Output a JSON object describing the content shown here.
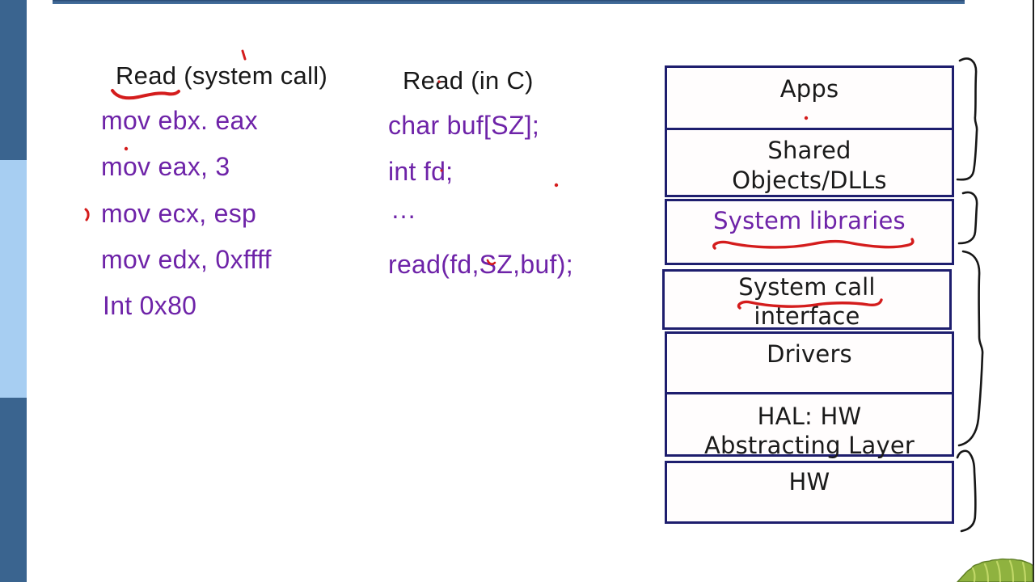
{
  "slide": {
    "asm_column": {
      "title": "Read (system call)",
      "lines": [
        "mov ebx. eax",
        "mov eax, 3",
        "mov ecx, esp",
        "mov edx, 0xffff",
        "Int 0x80"
      ]
    },
    "c_column": {
      "title": "Read (in C)",
      "lines": [
        "char buf[SZ];",
        "int fd;",
        "…",
        "read(fd,SZ,buf);"
      ]
    },
    "stack": {
      "layers": [
        {
          "id": "apps",
          "label": "Apps"
        },
        {
          "id": "shared-objects-dlls",
          "label": "Shared\nObjects/DLLs"
        },
        {
          "id": "system-libraries",
          "label": "System libraries"
        },
        {
          "id": "system-call-interface",
          "label": "System call\ninterface"
        },
        {
          "id": "drivers",
          "label": "Drivers"
        },
        {
          "id": "hal",
          "label": "HAL: HW\nAbstracting Layer"
        },
        {
          "id": "hw",
          "label": "HW"
        }
      ]
    },
    "annotations": {
      "red_marks": [
        "underline-read-title",
        "tick-above-system",
        "dot-left-column",
        "comma-mov-ecx",
        "dot-read-in-c",
        "dot-int-fd",
        "dot-floating",
        "mark-under-sz",
        "dot-apps-box",
        "underline-system-libraries",
        "underline-system-call"
      ],
      "braces": [
        "brace-apps-shared",
        "brace-system-libraries",
        "brace-kernel-layers",
        "brace-hw"
      ]
    }
  },
  "colors": {
    "code_purple": "#6e23a8",
    "annotation_red": "#d41c1c",
    "box_border_navy": "#1e1e6e",
    "sidebar_blue": "#3a648f",
    "sidebar_light_blue": "#a7cef2",
    "brace_black": "#161616",
    "leaf_green": "#8fb23f"
  }
}
